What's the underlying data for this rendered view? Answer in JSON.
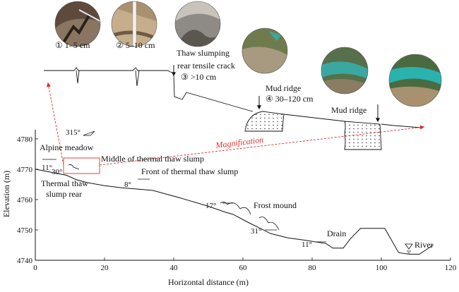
{
  "axes": {
    "xlabel": "Horizontal distance (m)",
    "ylabel": "Elevation (m)",
    "x_ticks": [
      "0",
      "20",
      "40",
      "60",
      "80",
      "100",
      "120"
    ],
    "y_ticks": [
      "4740",
      "4750",
      "4760",
      "4770",
      "4780"
    ],
    "xlim": [
      0,
      120
    ],
    "ylim": [
      4740,
      4783
    ]
  },
  "profile": {
    "ground_line": [
      [
        0,
        4770
      ],
      [
        9,
        4768
      ],
      [
        12,
        4766.5
      ],
      [
        15,
        4765.6
      ],
      [
        20,
        4764.6
      ],
      [
        25,
        4763.9
      ],
      [
        30,
        4763.4
      ],
      [
        34,
        4763
      ],
      [
        42,
        4760.5
      ],
      [
        50,
        4757.8
      ],
      [
        55,
        4755.8
      ],
      [
        57,
        4755.2
      ],
      [
        62,
        4752.2
      ],
      [
        68,
        4748.8
      ],
      [
        73,
        4747.4
      ],
      [
        78,
        4746.6
      ],
      [
        84,
        4745.5
      ],
      [
        86,
        4744
      ],
      [
        89,
        4744
      ],
      [
        91,
        4747
      ],
      [
        94,
        4750.5
      ],
      [
        101,
        4750.5
      ],
      [
        105,
        4742.5
      ],
      [
        108,
        4742
      ],
      [
        111,
        4742
      ],
      [
        115,
        4745
      ]
    ],
    "drain_label": "Drain",
    "river_label": "River"
  },
  "labels": {
    "alpine_meadow": "Alpine meadow",
    "middle_slump": "Middle of thermal thaw slump",
    "front_slump": "Front of thermal thaw slump",
    "rear_line1": "Thermal thaw",
    "rear_line2": "slump rear",
    "frost_mound": "Frost mound",
    "magnification": "Magnification",
    "aspect": "315°"
  },
  "angles": {
    "a11_top": "11°",
    "a30": "30°",
    "a8": "8°",
    "a17": "17°",
    "a31": "31°",
    "a11_bottom": "11°"
  },
  "cracks": [
    {
      "num": "①",
      "text": "1–5 cm"
    },
    {
      "num": "②",
      "text": "5–10 cm"
    },
    {
      "line1": "Thaw slumping",
      "line2": "rear tensile crack",
      "num": "③",
      "text": ">10 cm"
    },
    {
      "line1": "Mud ridge",
      "num": "④",
      "text": "30–120 cm"
    },
    {
      "line1": "Mud ridge"
    }
  ],
  "photos": [
    {
      "name": "crack-photo-1",
      "colors": [
        "#5d4a3d",
        "#8a7562",
        "#3c2f27"
      ]
    },
    {
      "name": "crack-photo-2",
      "colors": [
        "#a99070",
        "#c6ae8c",
        "#6f5a43"
      ]
    },
    {
      "name": "crack-photo-3",
      "colors": [
        "#8e8b86",
        "#5a5650",
        "#c9c4bb"
      ]
    },
    {
      "name": "mud-ridge-photo-1",
      "colors": [
        "#6f7b4d",
        "#a79a80",
        "#4e5a34"
      ]
    },
    {
      "name": "mud-ridge-photo-2",
      "colors": [
        "#56704b",
        "#3aa8a0",
        "#8a7d63"
      ]
    },
    {
      "name": "mud-ridge-photo-3",
      "colors": [
        "#4c6a40",
        "#29b2ae",
        "#a7916e"
      ]
    }
  ]
}
